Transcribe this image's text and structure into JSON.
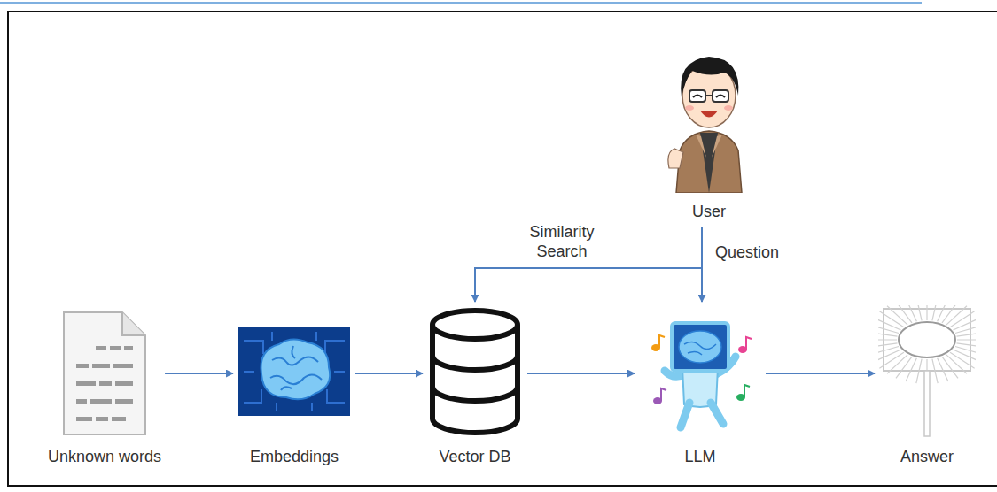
{
  "diagram": {
    "nodes": [
      {
        "text": [
          "User"
        ]
      },
      {
        "text": [
          "Unknown words"
        ]
      },
      {
        "text": [
          "Embeddings"
        ]
      },
      {
        "text": [
          "Vector DB"
        ]
      },
      {
        "text": [
          "LLM"
        ]
      },
      {
        "text": [
          "Answer"
        ]
      }
    ],
    "edges": [
      {
        "from": 1,
        "to": 2,
        "arrow": "to"
      },
      {
        "from": 2,
        "to": 3,
        "arrow": "to"
      },
      {
        "from": 3,
        "to": 4,
        "arrow": "to"
      },
      {
        "from": 4,
        "to": 5,
        "arrow": "to"
      },
      {
        "from": 0,
        "to": 4,
        "label": "Question",
        "arrow": "to"
      },
      {
        "from": 0,
        "to": 3,
        "label": "Similarity Search",
        "arrow": "to"
      }
    ]
  }
}
